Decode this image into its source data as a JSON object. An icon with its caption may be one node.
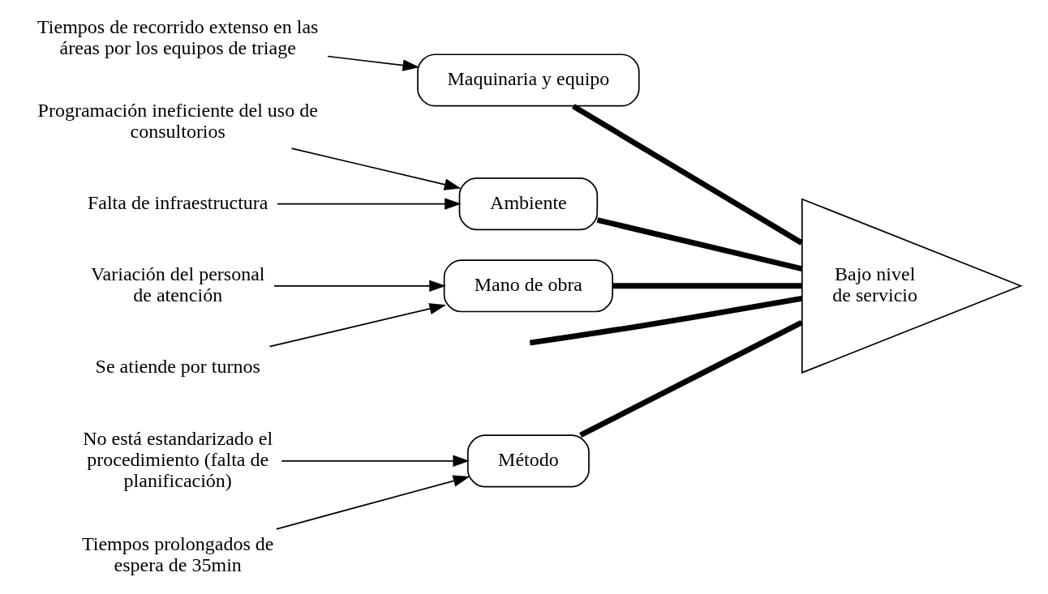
{
  "diagram": {
    "nodes": [
      {
        "text": [
          "Método"
        ]
      },
      {
        "text": [
          "Maquinaria y equipo"
        ]
      },
      {
        "text": [
          "No está estandarizado el procedimiento (falta de planificación)"
        ]
      },
      {
        "text": [
          "Tiempos prolongados de espera de 35min"
        ]
      },
      {
        "text": [
          "Tiempos de recorrido extenso en las áreas por los equipos de triage"
        ]
      },
      {
        "text": [
          "Bajo nivel de servicio"
        ]
      },
      {
        "text": [
          "Programación ineficiente del uso de consultorios"
        ]
      },
      {
        "text": [
          "Variación del personal de atención"
        ]
      },
      {
        "text": [
          "Se atiende por turnos"
        ]
      },
      {
        "text": [
          "Falta de infraestructura"
        ]
      },
      {
        "text": [
          "Ambiente"
        ]
      },
      {
        "text": [
          "Mano de obra"
        ]
      }
    ],
    "edges": [
      {
        "from": 2,
        "to": 0,
        "arrow": "to"
      },
      {
        "from": 3,
        "to": 0,
        "arrow": "to"
      },
      {
        "from": 4,
        "to": 1,
        "arrow": "to"
      },
      {
        "from": 6,
        "to": 10,
        "arrow": "to"
      },
      {
        "from": 9,
        "to": 10,
        "arrow": "to"
      },
      {
        "from": 7,
        "to": 11,
        "arrow": "to"
      },
      {
        "from": 8,
        "to": 11,
        "arrow": "to"
      },
      {
        "from": 0,
        "to": 5,
        "arrow": "none",
        "style": "thick"
      },
      {
        "from": 1,
        "to": 5,
        "arrow": "none",
        "style": "thick"
      },
      {
        "from": 10,
        "to": 5,
        "arrow": "none",
        "style": "thick"
      },
      {
        "from": 11,
        "to": 5,
        "arrow": "none",
        "style": "thick"
      },
      {
        "from": null,
        "to": 5,
        "arrow": "none",
        "style": "thick"
      }
    ]
  }
}
